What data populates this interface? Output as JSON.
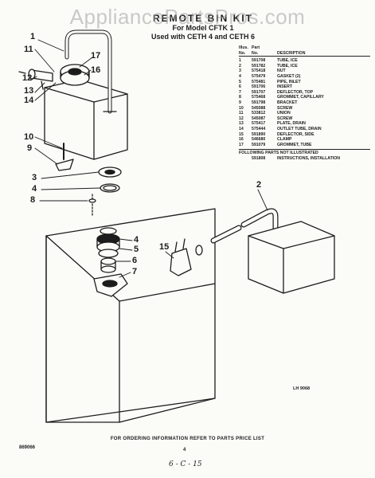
{
  "watermark": "AppliancePartsPros.com",
  "title": {
    "line1": "REMOTE BIN KIT",
    "line2": "For Model CFTK 1",
    "line3": "Used with CETH 4 and CETH 6"
  },
  "parts_list": {
    "header": {
      "illus_top": "Illus.",
      "illus_bottom": "No.",
      "part_top": "Part",
      "part_bottom": "No.",
      "description": "DESCRIPTION"
    },
    "rows": [
      {
        "no": "1",
        "part": "591708",
        "desc": "TUBE, ICE"
      },
      {
        "no": "2",
        "part": "591782",
        "desc": "TUBE, ICE"
      },
      {
        "no": "3",
        "part": "575418",
        "desc": "NUT"
      },
      {
        "no": "4",
        "part": "575479",
        "desc": "GASKET (2)"
      },
      {
        "no": "5",
        "part": "575481",
        "desc": "PIPE, INLET"
      },
      {
        "no": "6",
        "part": "591706",
        "desc": "INSERT"
      },
      {
        "no": "7",
        "part": "591707",
        "desc": "DEFLECTOR, TOP"
      },
      {
        "no": "8",
        "part": "575468",
        "desc": "GROMMET, CAPILLARY"
      },
      {
        "no": "9",
        "part": "591798",
        "desc": "BRACKET"
      },
      {
        "no": "10",
        "part": "545088",
        "desc": "SCREW"
      },
      {
        "no": "11",
        "part": "533812",
        "desc": "UNION"
      },
      {
        "no": "12",
        "part": "545087",
        "desc": "SCREW"
      },
      {
        "no": "13",
        "part": "575417",
        "desc": "PLATE, DRAIN"
      },
      {
        "no": "14",
        "part": "575444",
        "desc": "OUTLET TUBE, DRAIN"
      },
      {
        "no": "15",
        "part": "591890",
        "desc": "DEFLECTOR, SIDE"
      },
      {
        "no": "16",
        "part": "546680",
        "desc": "CLAMP"
      },
      {
        "no": "17",
        "part": "591079",
        "desc": "GROMMET, TUBE"
      }
    ],
    "not_illustrated_label": "FOLLOWING PARTS NOT ILLUSTRATED",
    "extra_rows": [
      {
        "part": "591808",
        "desc": "INSTRUCTIONS, INSTALLATION"
      }
    ]
  },
  "callouts": {
    "c1": "1",
    "c11": "11",
    "c12": "12",
    "c13": "13",
    "c14": "14",
    "c17": "17",
    "c16": "16",
    "c10": "10",
    "c9": "9",
    "c3": "3",
    "c4a": "4",
    "c8": "8",
    "c2": "2",
    "c4b": "4",
    "c5": "5",
    "c6": "6",
    "c7": "7",
    "c15": "15"
  },
  "art_number": "LH 9068",
  "footer_note": "FOR ORDERING INFORMATION REFER TO PARTS PRICE LIST",
  "form_number": "869066",
  "page_number": "4",
  "handwritten_date": "6 - C - 15"
}
